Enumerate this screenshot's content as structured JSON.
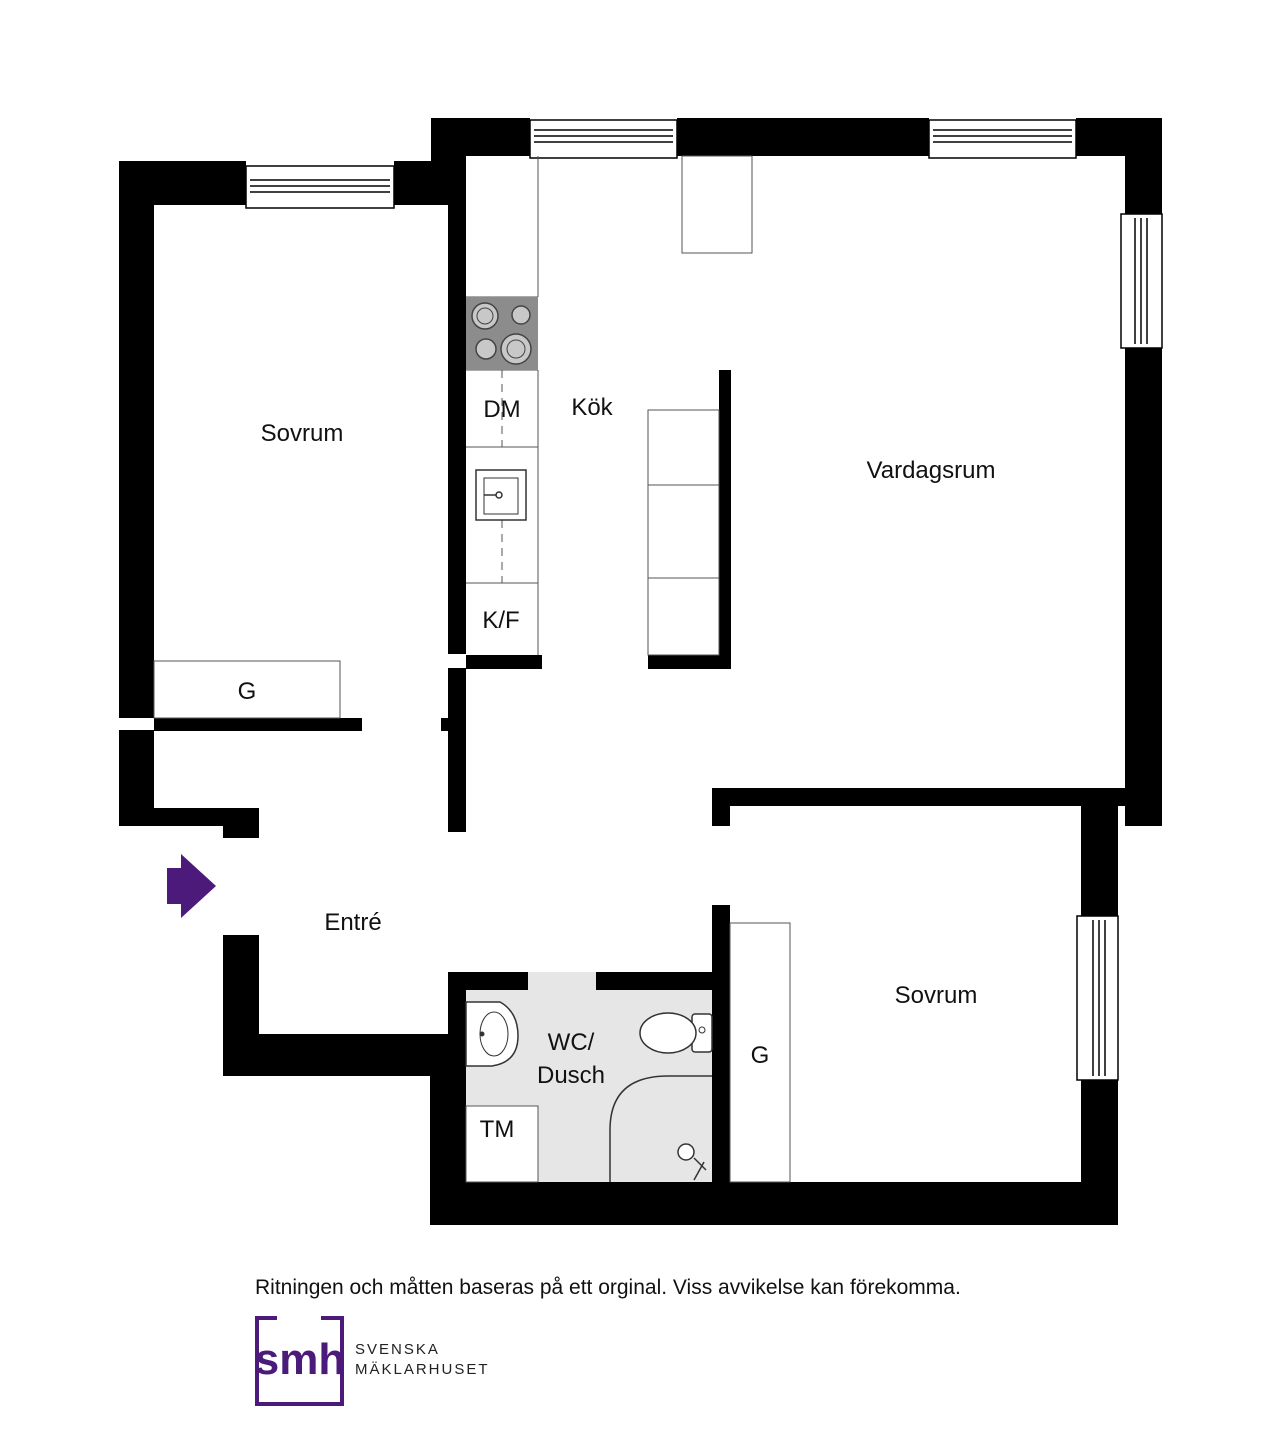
{
  "rooms": {
    "sovrum_left": "Sovrum",
    "kok": "Kök",
    "vardagsrum": "Vardagsrum",
    "entre": "Entré",
    "sovrum_right": "Sovrum",
    "wc_line1": "WC/",
    "wc_line2": "Dusch"
  },
  "fixtures": {
    "dm": "DM",
    "kf": "K/F",
    "g_left": "G",
    "g_right": "G",
    "tm": "TM"
  },
  "disclaimer": "Ritningen och måtten baseras på ett orginal. Viss avvikelse kan förekomma.",
  "logo": {
    "letters": "smh",
    "line1": "SVENSKA",
    "line2": "MÄKLARHUSET"
  },
  "colors": {
    "wall": "#000000",
    "bathroom_floor": "#e6e6e6",
    "stove": "#8c8c8c",
    "entry_arrow": "#4b1a7a",
    "brand": "#4b1a7a"
  },
  "icons": {
    "entry": "entry-arrow-icon",
    "logo": "smh-logo-icon"
  }
}
